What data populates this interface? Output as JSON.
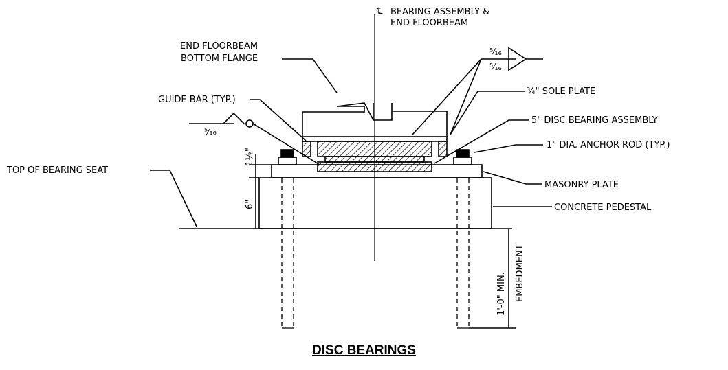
{
  "title": "DISC BEARINGS",
  "labels": {
    "cl_symbol": "℄",
    "cl_line1": "BEARING ASSEMBLY &",
    "cl_line2": "END FLOORBEAM",
    "floorbeam_line1": "END FLOORBEAM",
    "floorbeam_line2": "BOTTOM FLANGE",
    "guide_bar": "GUIDE BAR (TYP.)",
    "sole_plate": "¾\" SOLE PLATE",
    "disc_bearing": "5\" DISC BEARING ASSEMBLY",
    "anchor_rod": "1\" DIA. ANCHOR ROD (TYP.)",
    "top_of_seat": "TOP OF BEARING SEAT",
    "masonry_plate": "MASONRY PLATE",
    "concrete_pedestal": "CONCRETE PEDESTAL",
    "dim_1_5": "1½\"",
    "dim_6": "6\"",
    "dim_embed1": "1'-0\" MIN.",
    "dim_embed2": "EMBEDMENT",
    "weld_top": "⁵⁄₁₆",
    "weld_bottom": "⁵⁄₁₆",
    "weld_left": "⁵⁄₁₆"
  }
}
